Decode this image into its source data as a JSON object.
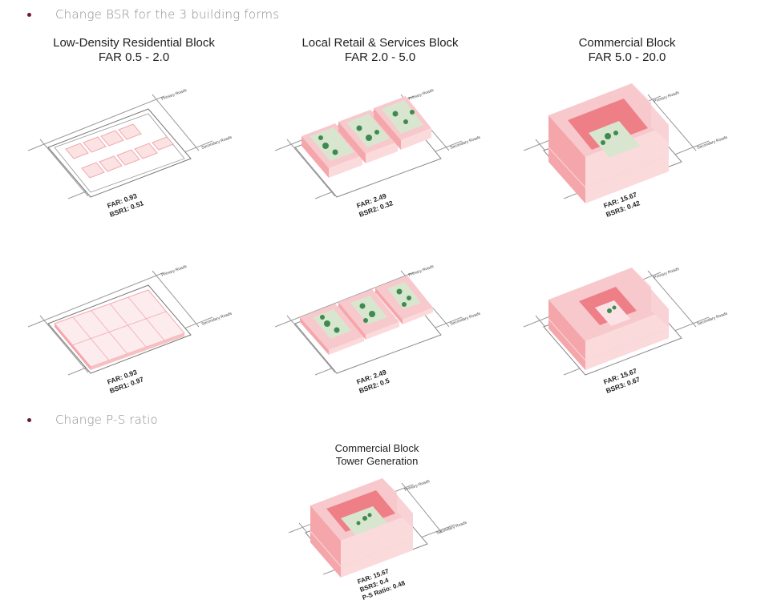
{
  "bullets": [
    "Change BSR for the 3 building forms",
    "Change P-S ratio"
  ],
  "columns": [
    {
      "title": "Low-Density Residential Block",
      "subtitle": "FAR 0.5 - 2.0"
    },
    {
      "title": "Local Retail & Services Block",
      "subtitle": "FAR 2.0 - 5.0"
    },
    {
      "title": "Commercial Block",
      "subtitle": "FAR 5.0 - 20.0"
    }
  ],
  "tower": {
    "title": "Commercial Block",
    "subtitle": "Tower Generation"
  },
  "road_labels": {
    "primary": "Primary Roads",
    "secondary": "Secondary Roads"
  },
  "panels": {
    "p1": {
      "line1": "FAR: 0.93",
      "line2": "BSR1: 0.51"
    },
    "p2": {
      "line1": "FAR: 2.49",
      "line2": "BSR2: 0.32"
    },
    "p3": {
      "line1": "FAR: 15.67",
      "line2": "BSR3: 0.42"
    },
    "p4": {
      "line1": "FAR: 0.93",
      "line2": "BSR1: 0.97"
    },
    "p5": {
      "line1": "FAR: 2.49",
      "line2": "BSR2: 0.5"
    },
    "p6": {
      "line1": "FAR: 15.67",
      "line2": "BSR3: 0.67"
    },
    "p7": {
      "line1": "FAR: 15.67",
      "line2": "BSR3: 0.4",
      "line3": "P-S Ratio: 0.48"
    }
  },
  "colors": {
    "pink_light": "#f7c9cc",
    "pink": "#f4a6ab",
    "pink_dark": "#ee7f87",
    "green": "#3f8a4f",
    "courtyard": "#d9e6cf"
  }
}
